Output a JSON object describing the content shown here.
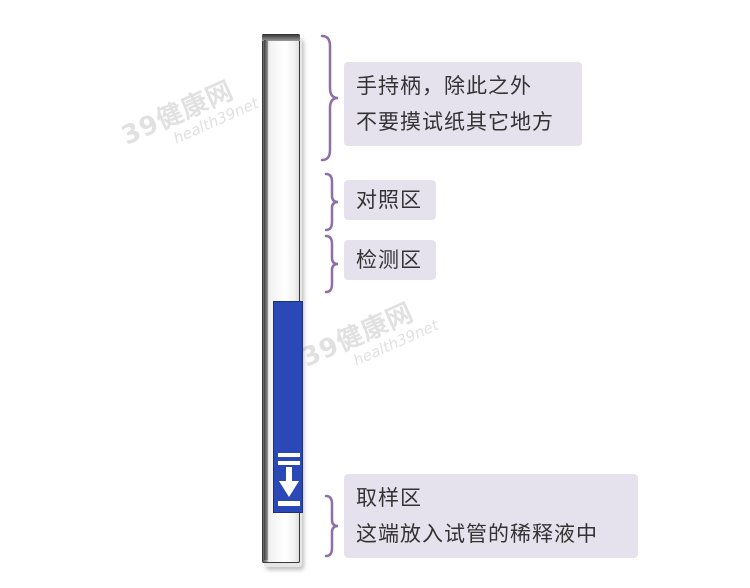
{
  "watermark": {
    "brand": "39健康网",
    "url": "health39net",
    "color": "#c9c9c9"
  },
  "strip": {
    "pad_color": "#2b48b7"
  },
  "labels": {
    "handle": {
      "line1": "手持柄，除此之外",
      "line2": "不要摸试纸其它地方"
    },
    "control": "对照区",
    "test": "检测区",
    "sample": {
      "line1": "取样区",
      "line2": "这端放入试管的稀释液中"
    }
  },
  "colors": {
    "bracket": "#8f6fa6",
    "label_bg": "#e5e2ee",
    "label_text": "#333333"
  }
}
